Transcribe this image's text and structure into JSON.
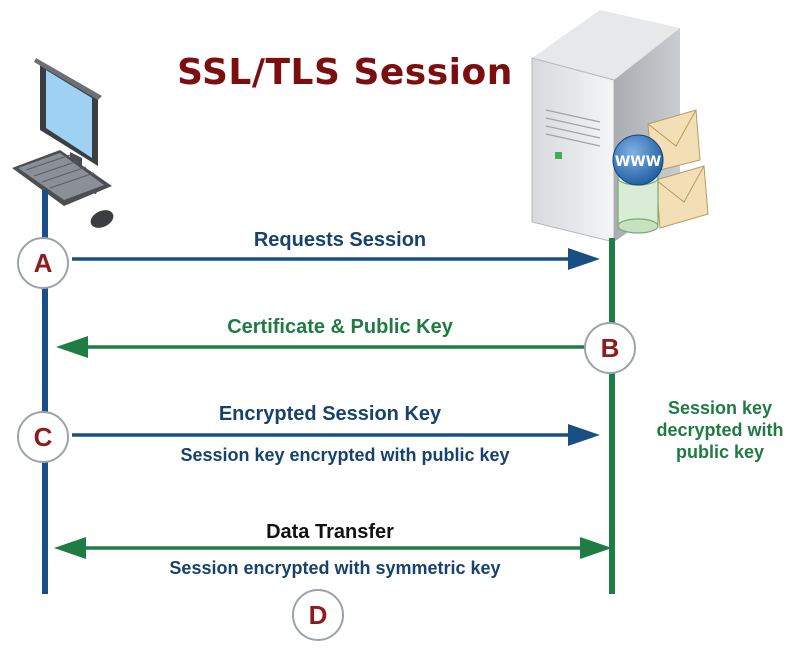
{
  "title": "SSL/TLS Session",
  "server_badge": "WWW",
  "steps": [
    {
      "letter": "A",
      "label": "Requests Session"
    },
    {
      "letter": "B",
      "label": "Certificate & Public Key"
    },
    {
      "letter": "C",
      "label": "Encrypted Session Key",
      "sublabel": "Session key encrypted with public key"
    },
    {
      "letter": "D",
      "label": "Data Transfer",
      "sublabel": "Session encrypted with symmetric key"
    }
  ],
  "server_note": "Session key decrypted with public key",
  "colors": {
    "client_line": "#1a4f86",
    "server_line": "#1e7d45",
    "title": "#7b0f10",
    "step_letter": "#8e1b1e"
  }
}
